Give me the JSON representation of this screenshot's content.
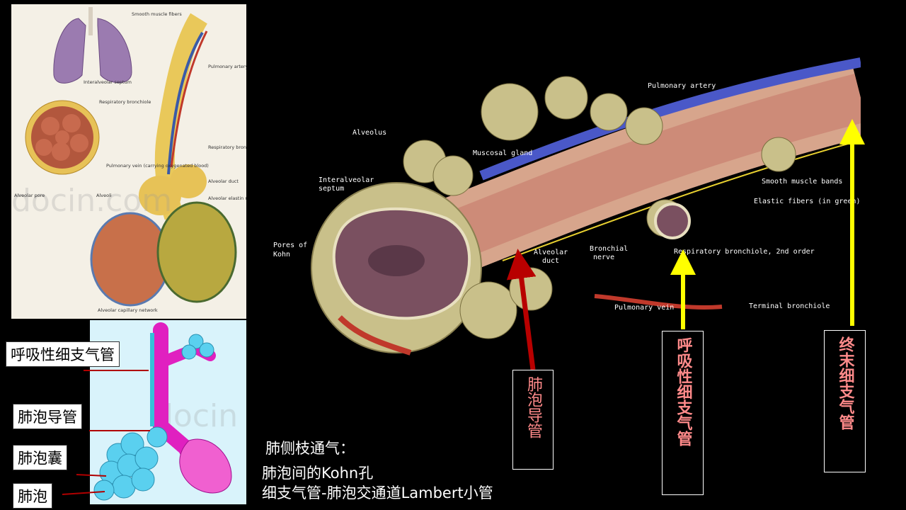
{
  "top_left": {
    "labels": {
      "smooth_muscle": "Smooth muscle fibers",
      "pulmonary_artery": "Pulmonary artery (carrying deoxygenated blood)",
      "interalveolar": "Interalveolar septum",
      "respiratory_bronchiole": "Respiratory bronchiole",
      "resp_bronchiole2": "Respiratory bronchiole",
      "pulmonary_vein": "Pulmonary vein (carrying oxygenated blood)",
      "alveolar_duct": "Alveolar duct",
      "alveolar_elastin": "Alveolar elastin network",
      "alveolar_pore": "Alveolar pore",
      "alveoli": "Alveoli",
      "capillary": "Alveolar capillary network"
    },
    "watermark": "docin.com"
  },
  "bottom_left": {
    "labels": [
      "呼吸性细支气管",
      "肺泡导管",
      "肺泡囊",
      "肺泡"
    ],
    "watermark": "docin"
  },
  "main_diagram": {
    "labels": {
      "pulmonary_artery": "Pulmonary artery",
      "alveolus": "Alveolus",
      "muscosal_gland": "Muscosal gland",
      "interalveolar_1": "Interalveolar",
      "interalveolar_2": "septum",
      "pores_1": "Pores of",
      "pores_2": "Kohn",
      "alveolar_duct_1": "Alveolar",
      "alveolar_duct_2": "duct",
      "bronchial_1": "Bronchial",
      "bronchial_2": "nerve",
      "smooth_muscle_bands": "Smooth muscle bands",
      "elastic_fibers": "Elastic fibers (in green)",
      "resp_bronchiole_2nd": "Respiratory bronchiole, 2nd order",
      "pulmonary_vein": "Pulmonary vein",
      "terminal_bronchiole": "Terminal bronchiole"
    }
  },
  "callouts": {
    "alveolar_duct": "肺泡导管",
    "respiratory_bronchiole": "呼吸性细支气管",
    "terminal_bronchiole": "终末细支气管"
  },
  "notes": {
    "line1": "肺侧枝通气：",
    "line2": "肺泡间的Kohn孔",
    "line3": "细支气管-肺泡交通道Lambert小管"
  },
  "colors": {
    "red_arrow": "#b80000",
    "yellow_arrow": "#ffff00",
    "callout_text": "#ff8a8a"
  }
}
